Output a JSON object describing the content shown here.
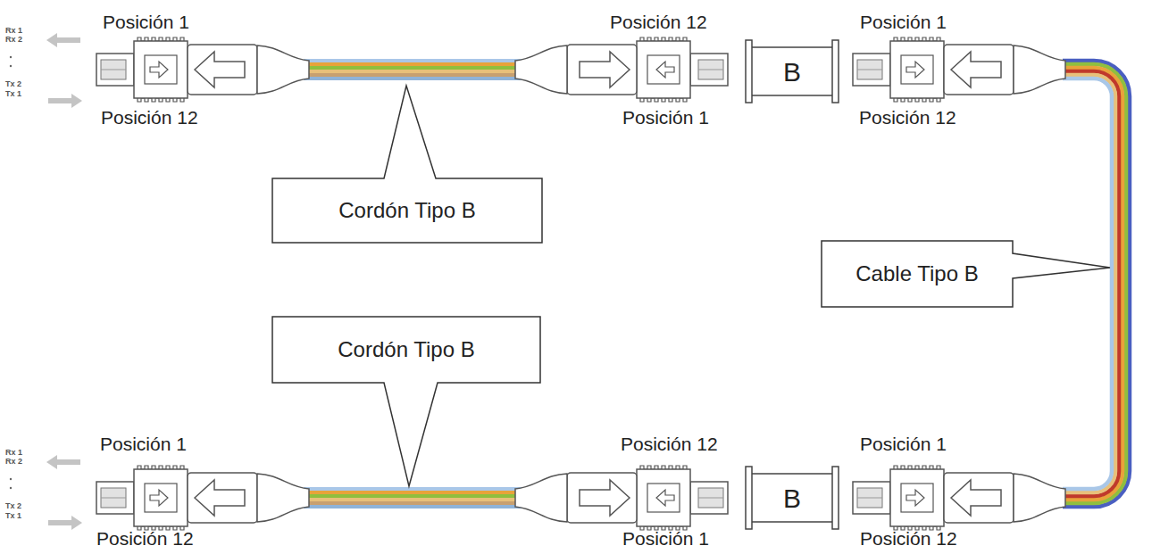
{
  "diagram": {
    "nodes": [
      {
        "text": [
          "B"
        ]
      },
      {
        "text": [
          "Cordón Tipo B"
        ]
      },
      {
        "text": [
          "Cable Tipo B"
        ]
      },
      {
        "text": [
          "Cordón Tipo B"
        ]
      },
      {
        "text": [
          "B"
        ]
      }
    ],
    "labels": [
      "Rx 1",
      "Rx 2",
      "Tx 2",
      "Tx 1",
      "Posición 1",
      "Posición 12",
      "Posición 12",
      "Posición 1",
      "Posición 1",
      "Posición 12",
      "Rx 1",
      "Rx 2",
      "Tx 2",
      "Tx 1",
      "Posición 1",
      "Posición 12",
      "Posición 12",
      "Posición 1",
      "Posición 1",
      "Posición 12"
    ]
  }
}
